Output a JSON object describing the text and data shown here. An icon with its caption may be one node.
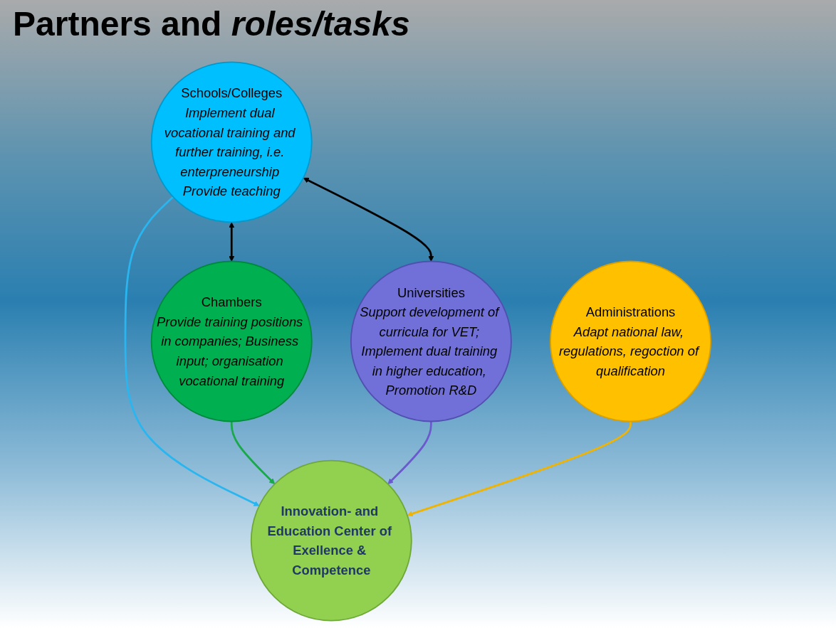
{
  "diagram": {
    "title": "Partners and *roles/tasks*",
    "nodes": [
      {
        "text": [
          "Schools/Colleges",
          "Implement dual vocational training and further training, i.e. enterpreneurship Provide teaching"
        ]
      },
      {
        "text": [
          "Chambers",
          "Provide training positions in companies; Business input; organisation vocational training"
        ]
      },
      {
        "text": [
          "Innovation- and Education Center of Exellence & Competence"
        ]
      },
      {
        "text": [
          "Universities",
          "Support development of curricula for VET; Implement dual training in higher education, Promotion R&D"
        ]
      },
      {
        "text": [
          "Administrations",
          "Adapt national law, regulations, regoction of qualification"
        ]
      }
    ],
    "edges": [
      {
        "from": 0,
        "to": 1,
        "arrow": "both"
      },
      {
        "from": 0,
        "to": 3,
        "arrow": "both"
      },
      {
        "from": 0,
        "to": 2,
        "arrow": "to",
        "color": "#29b6f0"
      },
      {
        "from": 1,
        "to": 2,
        "arrow": "to",
        "color": "#19a84a"
      },
      {
        "from": 3,
        "to": 2,
        "arrow": "to",
        "color": "#6a5acd"
      },
      {
        "from": 4,
        "to": 2,
        "arrow": "to",
        "color": "#f0b400"
      }
    ]
  }
}
